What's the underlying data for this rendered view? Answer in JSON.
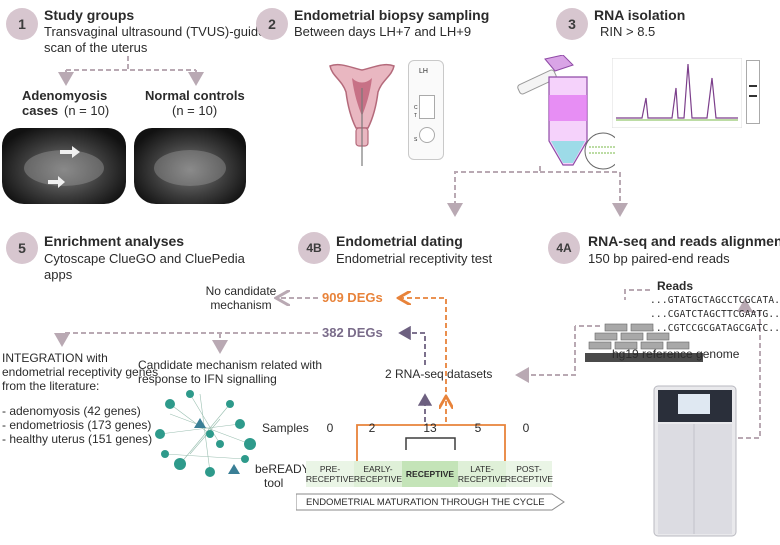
{
  "steps": {
    "s1": {
      "num": "1",
      "title": "Study groups",
      "sub": "Transvaginal ultrasound (TVUS)-guided scan of the uterus"
    },
    "s2": {
      "num": "2",
      "title": "Endometrial biopsy sampling",
      "sub": "Between days LH+7 and LH+9"
    },
    "s3": {
      "num": "3",
      "title": "RNA isolation",
      "sub": "RIN > 8.5"
    },
    "s5": {
      "num": "5",
      "title": "Enrichment analyses",
      "sub": "Cytoscape ClueGO and CluePedia apps"
    },
    "s4b": {
      "num": "4B",
      "title": "Endometrial dating",
      "sub": "Endometrial receptivity test"
    },
    "s4a": {
      "num": "4A",
      "title": "RNA-seq and reads alignment",
      "sub": "150 bp paired-end reads"
    }
  },
  "groups": {
    "cases_line1": "Adenomyosis",
    "cases_line2": "cases",
    "cases_n": "(n = 10)",
    "controls": "Normal controls",
    "controls_n": "(n = 10)"
  },
  "test_strip": {
    "label": "LH",
    "marks": [
      "C",
      "T",
      "S"
    ]
  },
  "degs": {
    "deg909": "909 DEGs",
    "deg382": "382 DEGs",
    "no_candidate": "No candidate mechanism",
    "candidate": "Candidate mechanism related with response to IFN signalling",
    "datasets": "2 RNA-seq datasets"
  },
  "integration": {
    "head": "INTEGRATION with endometrial receptivity genes from the literature:",
    "items": [
      "- adenomyosis (42 genes)",
      "- endometriosis (173 genes)",
      "- healthy uterus (151 genes)"
    ]
  },
  "reads": {
    "title": "Reads",
    "lines": [
      "...GTATGCTAGCCTCGCATA....",
      "...CGATCTAGCTTCGAATG.....",
      "...CGTCCGCGATAGCGATC...."
    ],
    "genome": "hg19 reference genome"
  },
  "timeline": {
    "samples_label": "Samples",
    "tool_line1": "beREADY",
    "tool_line2": "tool",
    "counts": [
      "0",
      "2",
      "13",
      "5",
      "0"
    ],
    "stages": [
      "PRE-RECEPTIVE",
      "EARLY-RECEPTIVE",
      "RECEPTIVE",
      "LATE-RECEPTIVE",
      "POST-RECEPTIVE"
    ],
    "maturation": "ENDOMETRIAL MATURATION THROUGH THE CYCLE"
  },
  "colors": {
    "badge": "#d7c6cf",
    "orange": "#e8833a",
    "purple": "#7a6c8a",
    "dash": "#b9a9b3",
    "green_light": "#eaf5e6",
    "green_mid": "#d9eed2",
    "green_strong": "#c4e4b8"
  }
}
